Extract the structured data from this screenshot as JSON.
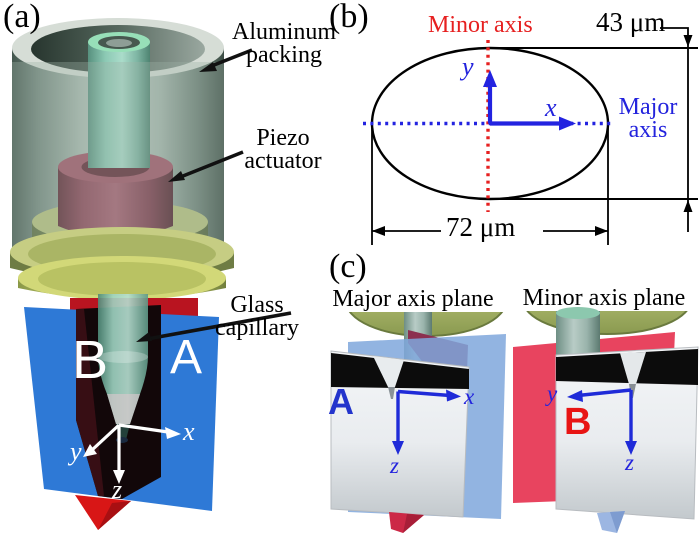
{
  "figure": {
    "panel_a": {
      "label": "(a)",
      "annotations": {
        "aluminum_packing": "Aluminum packing",
        "piezo_actuator": "Piezo actuator",
        "glass_capillary": "Glass capillary"
      },
      "plane_labels": {
        "front_plane": "A",
        "side_plane": "B"
      },
      "axes": {
        "x": "x",
        "y": "y",
        "z": "z"
      }
    },
    "panel_b": {
      "label": "(b)",
      "minor_axis_label": "Minor axis",
      "major_axis_label": "Major axis",
      "minor_dimension": "43 μm",
      "major_dimension": "72 μm",
      "axes": {
        "x": "x",
        "y": "y"
      }
    },
    "panel_c": {
      "label": "(c)",
      "left_title": "Major axis plane",
      "right_title": "Minor axis plane",
      "left_plane_label": "A",
      "right_plane_label": "B",
      "left_axes": {
        "x": "x",
        "z": "z"
      },
      "right_axes": {
        "y": "y",
        "z": "z"
      }
    },
    "colors": {
      "plane_a_blue": "#2e79d6",
      "plane_b_red": "#d81616",
      "panel_c_red": "#e8445f",
      "panel_c_blue": "#7fa7dc",
      "axis_blue": "#1f2bd8",
      "accent_red": "#e62020",
      "piezo_maroon": "#a25064",
      "capillary_teal": "#8cc8b8",
      "base_green": "#c6cd83"
    }
  }
}
